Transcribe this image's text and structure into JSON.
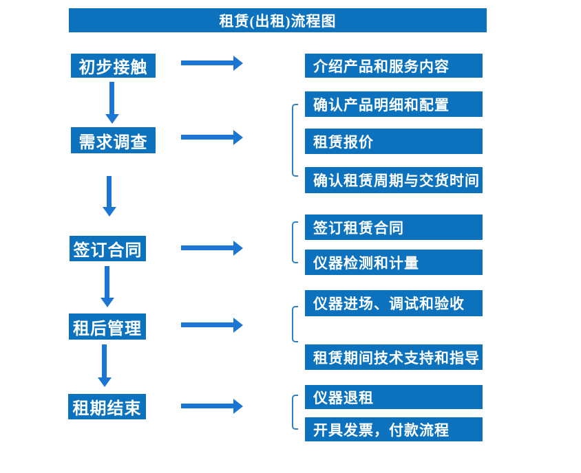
{
  "title": "租赁(出租)流程图",
  "colors": {
    "box_blue": "#0d72bd",
    "arrow_blue": "#1a76d2",
    "bracket_blue": "#2e80c6",
    "text_white": "#ffffff",
    "background": "#ffffff"
  },
  "steps": [
    {
      "label": "初步接触",
      "details": [
        "介绍产品和服务内容"
      ]
    },
    {
      "label": "需求调查",
      "details": [
        "确认产品明细和配置",
        "租赁报价",
        "确认租赁周期与交货时间"
      ]
    },
    {
      "label": "签订合同",
      "details": [
        "签订租赁合同",
        "仪器检测和计量"
      ]
    },
    {
      "label": "租后管理",
      "details": [
        "仪器进场、调试和验收",
        "租赁期间技术支持和指导"
      ]
    },
    {
      "label": "租期结束",
      "details": [
        "仪器退租",
        "开具发票，付款流程"
      ]
    }
  ]
}
